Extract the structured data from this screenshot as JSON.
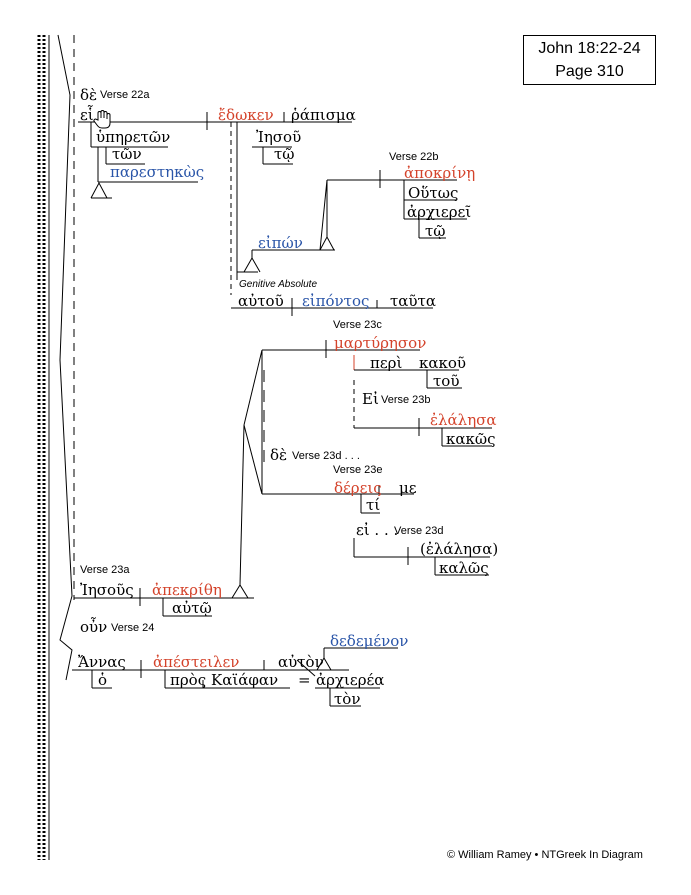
{
  "header": {
    "reference": "John 18:22-24",
    "page": "Page 310"
  },
  "footer": {
    "credit": "© William Ramey • NTGreek In Diagram"
  },
  "labels": {
    "v22a": "Verse 22a",
    "v22b": "Verse 22b",
    "gen_abs": "Genitive Absolute",
    "v23c": "Verse 23c",
    "v23b": "Verse 23b",
    "v23d": "Verse 23d . . .",
    "v23e": "Verse 23e",
    "v23d2": "Verse 23d",
    "v23a": "Verse 23a",
    "v24": "Verse 24"
  },
  "words": {
    "de1": "δὲ",
    "ei1": "εἷ",
    "edoken": "ἔδωκεν",
    "rapisma": "ῥάπισμα",
    "hyperetwn": "ὑπηρετῶν",
    "twn": "τῶν",
    "parestekws": "παρεστηκὼς",
    "iesou": "Ἰησοῦ",
    "tw1": "τῷ",
    "apekrine": "ἀποκρίνῃ",
    "houtws": "Οὕτως",
    "archierei": "ἀρχιερεῖ",
    "tw2": "τῷ",
    "eipwn": "εἰπών",
    "autou": "αὐτοῦ",
    "eipontos": "εἰπόντος",
    "tauta": "ταῦτα",
    "martyreson": "μαρτύρησον",
    "peri": "περὶ",
    "kakou": "κακοῦ",
    "tou": "τοῦ",
    "ei2": "Εἰ",
    "elalesa": "ἐλάλησα",
    "kakws": "κακῶς",
    "de2": "δὲ",
    "dereis": "δέρεις",
    "me": "με",
    "ti": "τί",
    "ei3": "εἰ . . .",
    "elalesa2": "(ἐλάλησα)",
    "kalws": "καλῶς",
    "iesous": "Ἰησοῦς",
    "apekrithe": "ἀπεκρίθη",
    "autw1": "αὐτῷ",
    "oun": "οὖν",
    "annas": "Ἄννας",
    "apesteilen": "ἀπέστειλεν",
    "auton": "αὐτὸν",
    "dedemenon": "δεδεμένον",
    "ho": "ὁ",
    "pros": "πρὸς",
    "kaiafan": "Καϊάφαν",
    "equals": "=",
    "archierea": "ἀρχιερέα",
    "ton": "τὸν"
  },
  "colors": {
    "verb": "#d4432b",
    "participle": "#2a55a8",
    "line": "#000000"
  }
}
